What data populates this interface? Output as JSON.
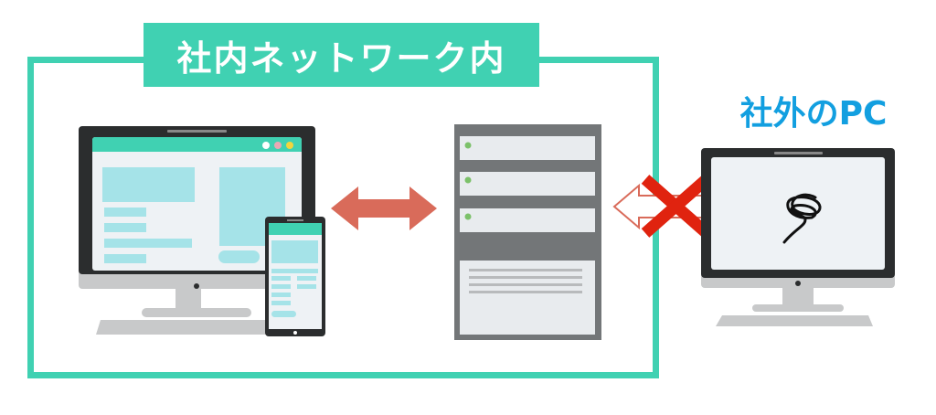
{
  "network_label": "社内ネットワーク内",
  "external_label": "社外のPC",
  "colors": {
    "accent": "#40d1b2",
    "external": "#129fe0",
    "arrow": "#d96b5a",
    "blocked": "#e0230f",
    "server": "#737678"
  },
  "connections": [
    {
      "from": "internal-devices",
      "to": "server",
      "status": "allowed"
    },
    {
      "from": "server",
      "to": "external-pc",
      "status": "blocked"
    }
  ]
}
